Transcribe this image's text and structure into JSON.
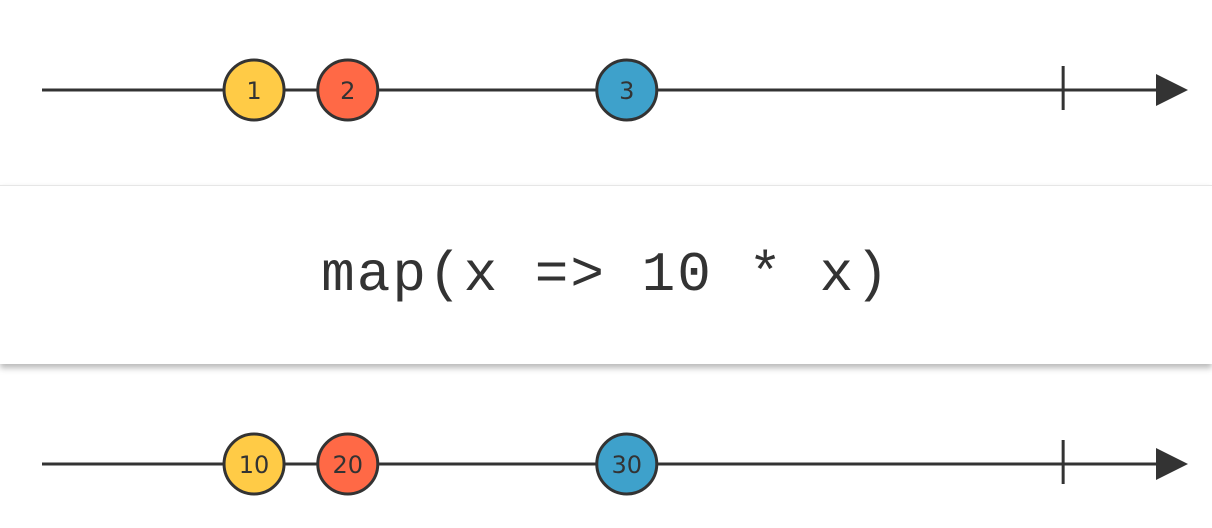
{
  "operator": {
    "label": "map(x => 10 * x)"
  },
  "timelines": {
    "input": {
      "marbles": [
        {
          "value": "1",
          "color": "#FFCB46",
          "time": 0.19
        },
        {
          "value": "2",
          "color": "#FF6946",
          "time": 0.274
        },
        {
          "value": "3",
          "color": "#3EA1CB",
          "time": 0.524
        }
      ],
      "complete_time": 0.915
    },
    "output": {
      "marbles": [
        {
          "value": "10",
          "color": "#FFCB46",
          "time": 0.19
        },
        {
          "value": "20",
          "color": "#FF6946",
          "time": 0.274
        },
        {
          "value": "30",
          "color": "#3EA1CB",
          "time": 0.524
        }
      ],
      "complete_time": 0.915
    }
  }
}
